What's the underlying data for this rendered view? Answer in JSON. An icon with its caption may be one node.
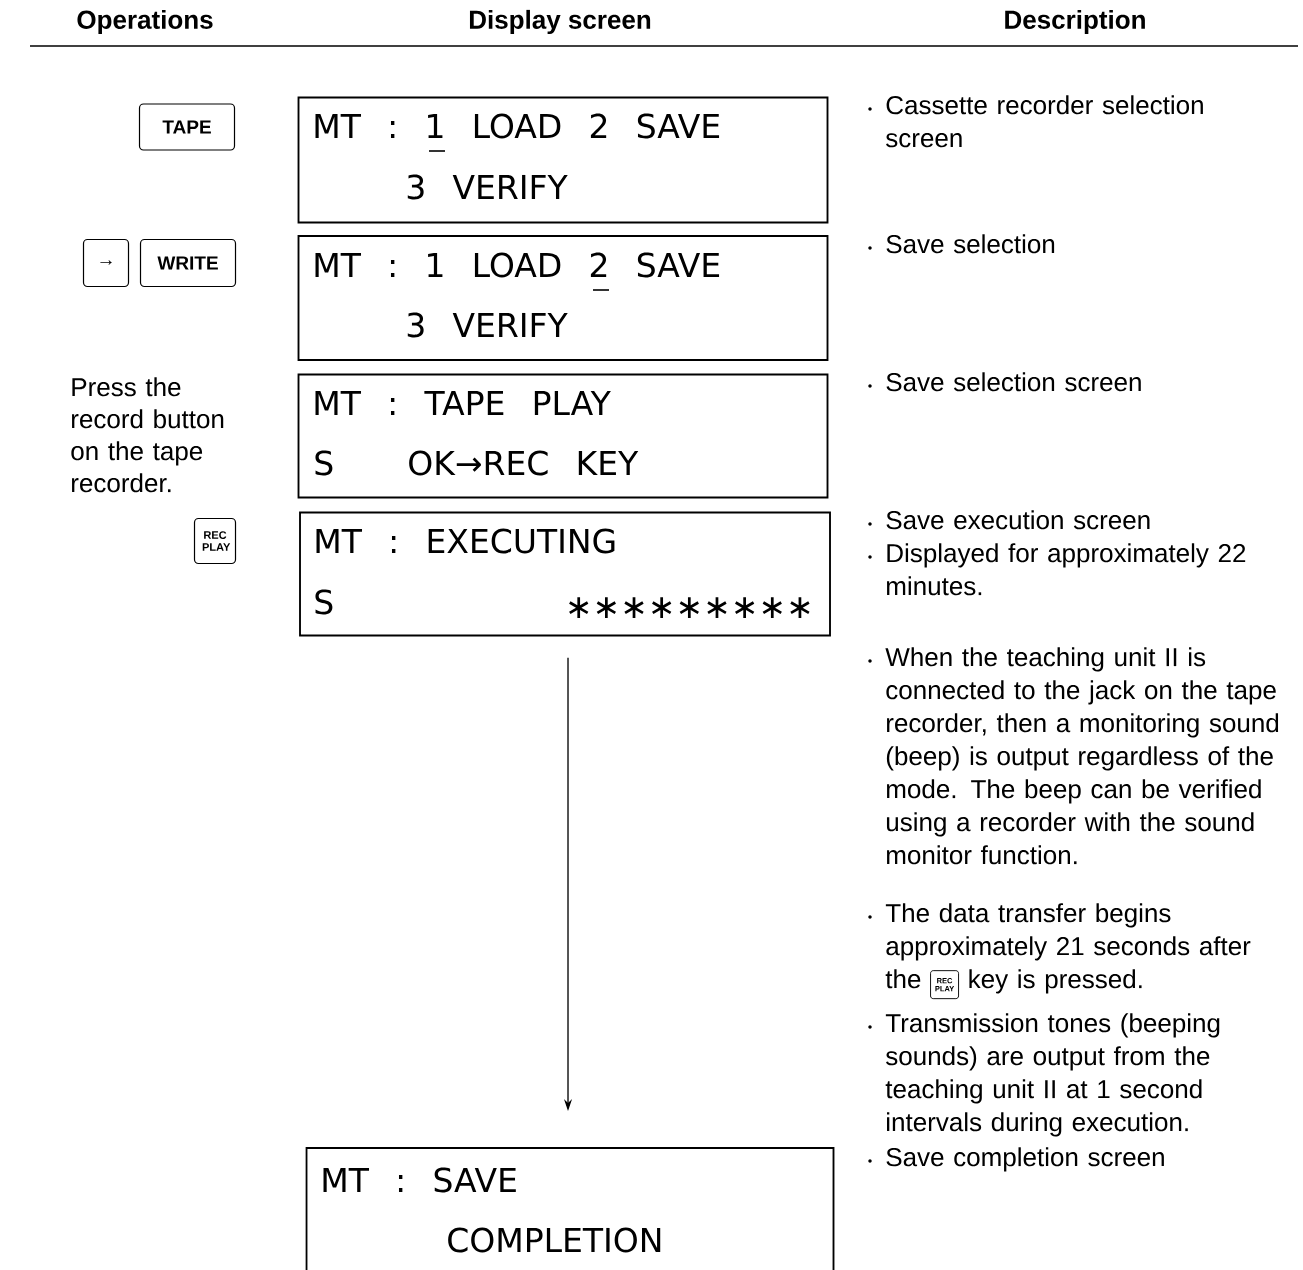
{
  "diagram": {
    "nodes": [
      {
        "text": [
          "TAPE"
        ]
      },
      {
        "text": [
          "MT : 1 LOAD 2 SAVE",
          "3 VERIFY"
        ]
      },
      {
        "text": [
          "→"
        ]
      },
      {
        "text": [
          "WRITE"
        ]
      },
      {
        "text": [
          "MT : 1 LOAD 2 SAVE",
          "3 VERIFY"
        ]
      },
      {
        "text": [
          "MT : TAPE PLAY",
          "S",
          "OK→REC KEY"
        ]
      },
      {
        "text": [
          "REC PLAY"
        ]
      },
      {
        "text": [
          "MT : EXECUTING",
          "S",
          "∗∗∗∗∗∗∗∗∗"
        ]
      },
      {
        "text": [
          "MT : SAVE",
          "COMPLETION"
        ]
      },
      {
        "text": [
          "REC PLAY"
        ]
      }
    ],
    "edges": [
      {
        "from": 7,
        "to": 8,
        "arrow": "to"
      }
    ],
    "labels": [
      "Operations",
      "Display screen",
      "Description",
      "Cassette recorder selection screen",
      "Save selection",
      "Press the record button on the tape recorder.",
      "Save selection screen",
      "Save execution screen",
      "Displayed for approximately 22 minutes.",
      "When the teaching unit II is connected to the jack on the tape recorder, then a monitoring sound (beep) is output regardless of the mode.  The beep can be verified using a recorder with the sound monitor function.",
      "The data transfer begins approximately 21 seconds after the",
      "key is pressed.",
      "Transmission tones (beeping sounds) are output from the teaching unit II at 1 second intervals during execution.",
      "Save completion screen"
    ]
  }
}
